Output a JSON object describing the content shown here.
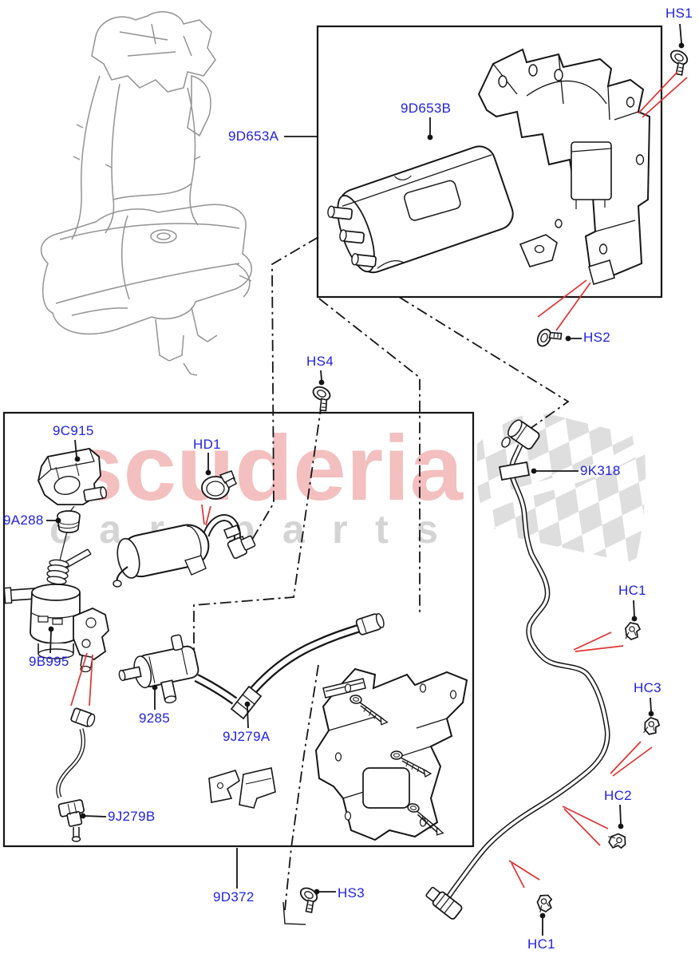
{
  "watermark": {
    "brand": "scuderia",
    "tagline": "car parts",
    "brand_color": "#f3bfbf",
    "tagline_color": "#d4d4d4",
    "flag_color": "#dcdcdc"
  },
  "theme": {
    "callout-color": "#2222dd",
    "leader-color": "#141414",
    "arrow-color": "#e03232"
  },
  "diagram": {
    "description": "Fuel vapor canister and purge valve parts diagram",
    "labels": [
      {
        "id": "hs1",
        "text": "HS1"
      },
      {
        "id": "9d653a",
        "text": "9D653A"
      },
      {
        "id": "9d653b",
        "text": "9D653B"
      },
      {
        "id": "hs2",
        "text": "HS2"
      },
      {
        "id": "hs4",
        "text": "HS4"
      },
      {
        "id": "9c915",
        "text": "9C915"
      },
      {
        "id": "hd1",
        "text": "HD1"
      },
      {
        "id": "9a288",
        "text": "9A288"
      },
      {
        "id": "9k318",
        "text": "9K318"
      },
      {
        "id": "hc1-upper",
        "text": "HC1"
      },
      {
        "id": "9b995",
        "text": "9B995"
      },
      {
        "id": "9285",
        "text": "9285"
      },
      {
        "id": "9j279a",
        "text": "9J279A"
      },
      {
        "id": "hc3",
        "text": "HC3"
      },
      {
        "id": "9j279b",
        "text": "9J279B"
      },
      {
        "id": "hc2",
        "text": "HC2"
      },
      {
        "id": "9d372",
        "text": "9D372"
      },
      {
        "id": "hs3",
        "text": "HS3"
      },
      {
        "id": "hc1-lower",
        "text": "HC1"
      }
    ]
  }
}
